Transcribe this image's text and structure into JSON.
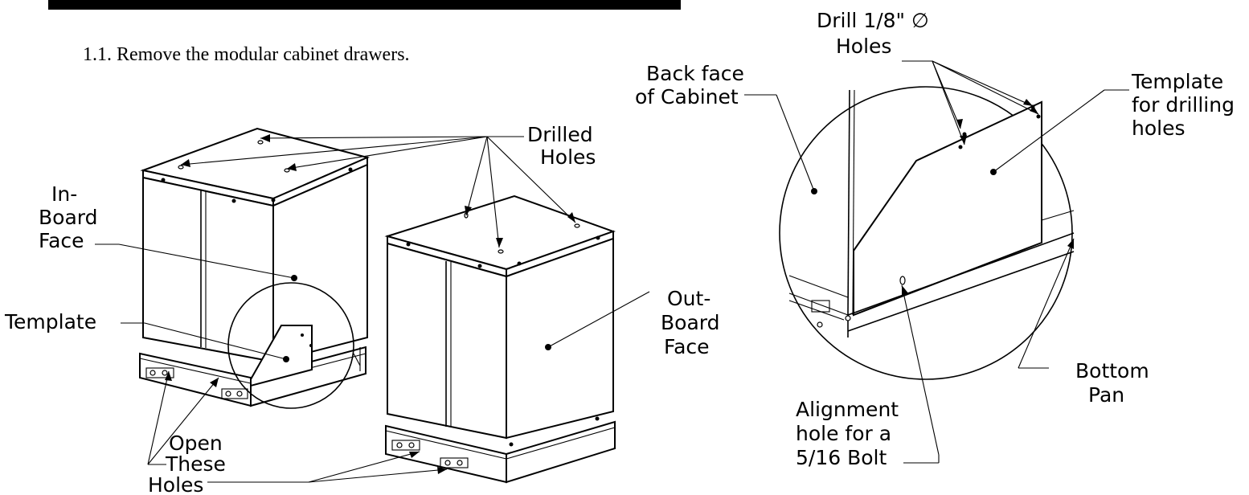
{
  "instruction": {
    "step_text": "1.1. Remove the modular cabinet drawers."
  },
  "left_view": {
    "drilled_holes": [
      "Drilled",
      "Holes"
    ],
    "inboard_face": [
      "In-",
      "Board",
      "Face"
    ],
    "template": "Template",
    "open_these_holes": [
      "Open",
      "These",
      "Holes"
    ],
    "outboard_face": [
      "Out-",
      "Board",
      "Face"
    ]
  },
  "detail_view": {
    "drill_holes": [
      "Drill 1/8\" ∅",
      "Holes"
    ],
    "back_face": [
      "Back face",
      "of Cabinet"
    ],
    "template_drilling": [
      "Template",
      "for drilling",
      "holes"
    ],
    "alignment_hole": [
      "Alignment",
      "hole for a",
      "5/16 Bolt"
    ],
    "bottom_pan": [
      "Bottom",
      "Pan"
    ]
  }
}
